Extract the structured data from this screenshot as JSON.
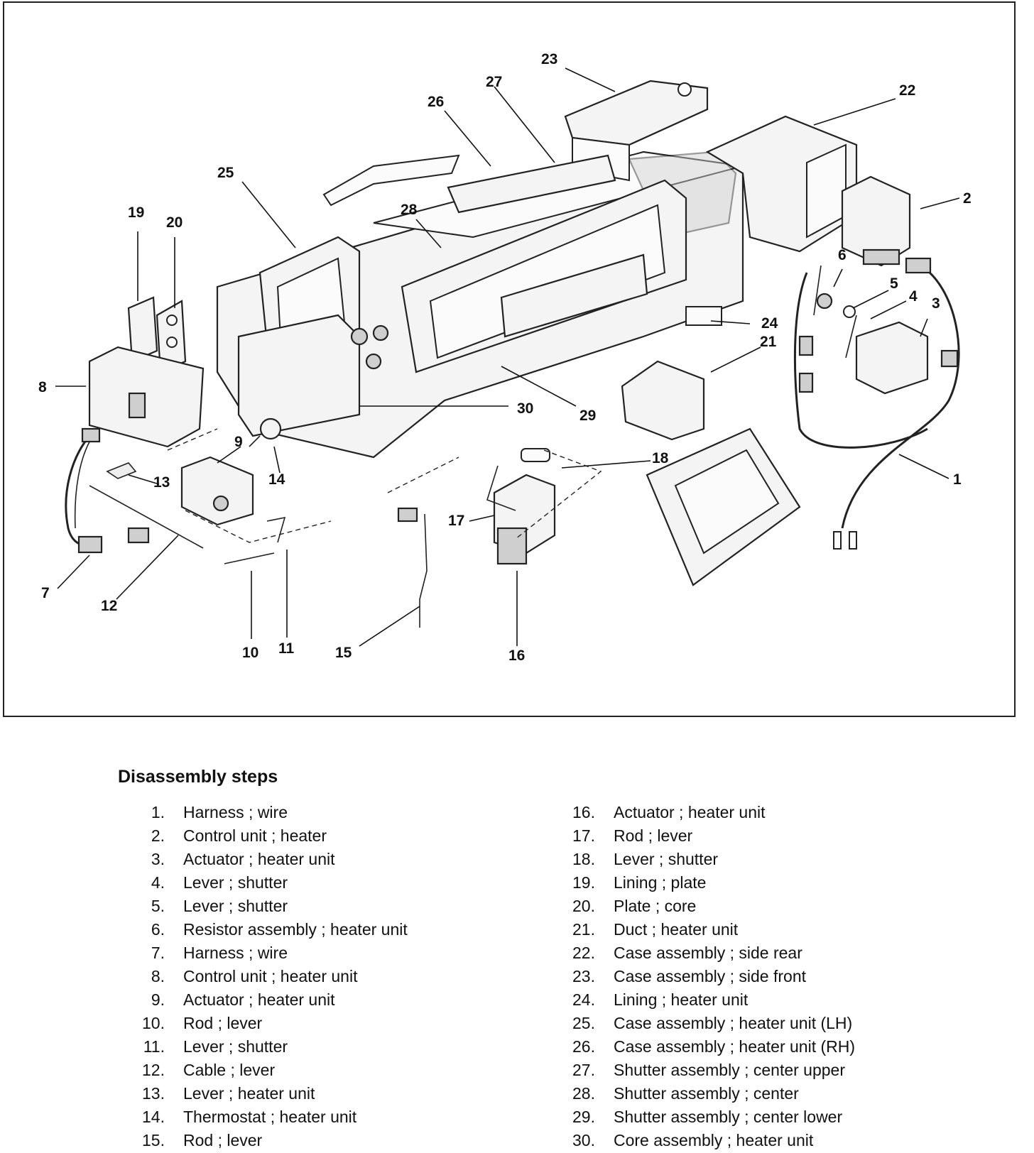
{
  "diagram": {
    "callouts": [
      "1",
      "2",
      "3",
      "4",
      "5",
      "6",
      "7",
      "8",
      "9",
      "10",
      "11",
      "12",
      "13",
      "14",
      "15",
      "16",
      "17",
      "18",
      "19",
      "20",
      "21",
      "22",
      "23",
      "24",
      "25",
      "26",
      "27",
      "28",
      "29",
      "30"
    ]
  },
  "steps": {
    "title": "Disassembly steps",
    "items": [
      {
        "num": "1.",
        "text": "Harness ; wire"
      },
      {
        "num": "2.",
        "text": "Control unit ; heater"
      },
      {
        "num": "3.",
        "text": "Actuator ; heater unit"
      },
      {
        "num": "4.",
        "text": "Lever ; shutter"
      },
      {
        "num": "5.",
        "text": "Lever ; shutter"
      },
      {
        "num": "6.",
        "text": "Resistor assembly ; heater unit"
      },
      {
        "num": "7.",
        "text": "Harness ; wire"
      },
      {
        "num": "8.",
        "text": "Control unit ; heater unit"
      },
      {
        "num": "9.",
        "text": "Actuator ; heater unit"
      },
      {
        "num": "10.",
        "text": "Rod ; lever"
      },
      {
        "num": "11.",
        "text": "Lever ; shutter"
      },
      {
        "num": "12.",
        "text": "Cable ; lever"
      },
      {
        "num": "13.",
        "text": "Lever ; heater unit"
      },
      {
        "num": "14.",
        "text": "Thermostat ; heater unit"
      },
      {
        "num": "15.",
        "text": "Rod ; lever"
      },
      {
        "num": "16.",
        "text": "Actuator ; heater unit"
      },
      {
        "num": "17.",
        "text": "Rod ; lever"
      },
      {
        "num": "18.",
        "text": "Lever ; shutter"
      },
      {
        "num": "19.",
        "text": "Lining ; plate"
      },
      {
        "num": "20.",
        "text": "Plate ; core"
      },
      {
        "num": "21.",
        "text": "Duct ; heater unit"
      },
      {
        "num": "22.",
        "text": "Case assembly ; side rear"
      },
      {
        "num": "23.",
        "text": "Case assembly ; side front"
      },
      {
        "num": "24.",
        "text": "Lining ; heater unit"
      },
      {
        "num": "25.",
        "text": "Case assembly ; heater unit (LH)"
      },
      {
        "num": "26.",
        "text": "Case assembly ; heater unit (RH)"
      },
      {
        "num": "27.",
        "text": "Shutter assembly ; center upper"
      },
      {
        "num": "28.",
        "text": "Shutter assembly ; center"
      },
      {
        "num": "29.",
        "text": "Shutter assembly ; center lower"
      },
      {
        "num": "30.",
        "text": "Core assembly ; heater unit"
      }
    ]
  }
}
